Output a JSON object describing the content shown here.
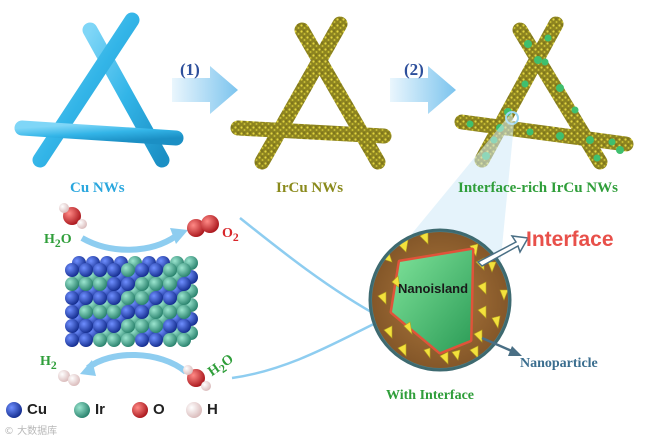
{
  "steps": {
    "step1": "(1)",
    "step2": "(2)"
  },
  "nanowires": {
    "cu": "Cu NWs",
    "ircu": "IrCu NWs",
    "interface_rich": "Interface-rich IrCu NWs"
  },
  "callouts": {
    "interface": "Interface",
    "nanoisland": "Nanoisland",
    "nanoparticle": "Nanoparticle",
    "with_interface": "With Interface"
  },
  "reaction": {
    "h2o_top": "H",
    "h2o_top_sub": "2",
    "h2o_top_tail": "O",
    "o2": "O",
    "o2_sub": "2",
    "h2": "H",
    "h2_sub": "2",
    "h2o_bottom": "H",
    "h2o_bottom_sub": "2",
    "h2o_bottom_tail": "O"
  },
  "legend": [
    {
      "label": "Cu",
      "color": "#1b3fb8"
    },
    {
      "label": "Ir",
      "color": "#3aa88f"
    },
    {
      "label": "O",
      "color": "#d8262a"
    },
    {
      "label": "H",
      "color": "#f2dada"
    }
  ],
  "watermark": "© 大数据库",
  "colors": {
    "cu_wire": "#33b5e8",
    "ircu_wire": "#a39a2a",
    "nanoisland": "#3fbf6e",
    "interface_ring": "#e0533a",
    "arrow": "#8ecdf0"
  }
}
